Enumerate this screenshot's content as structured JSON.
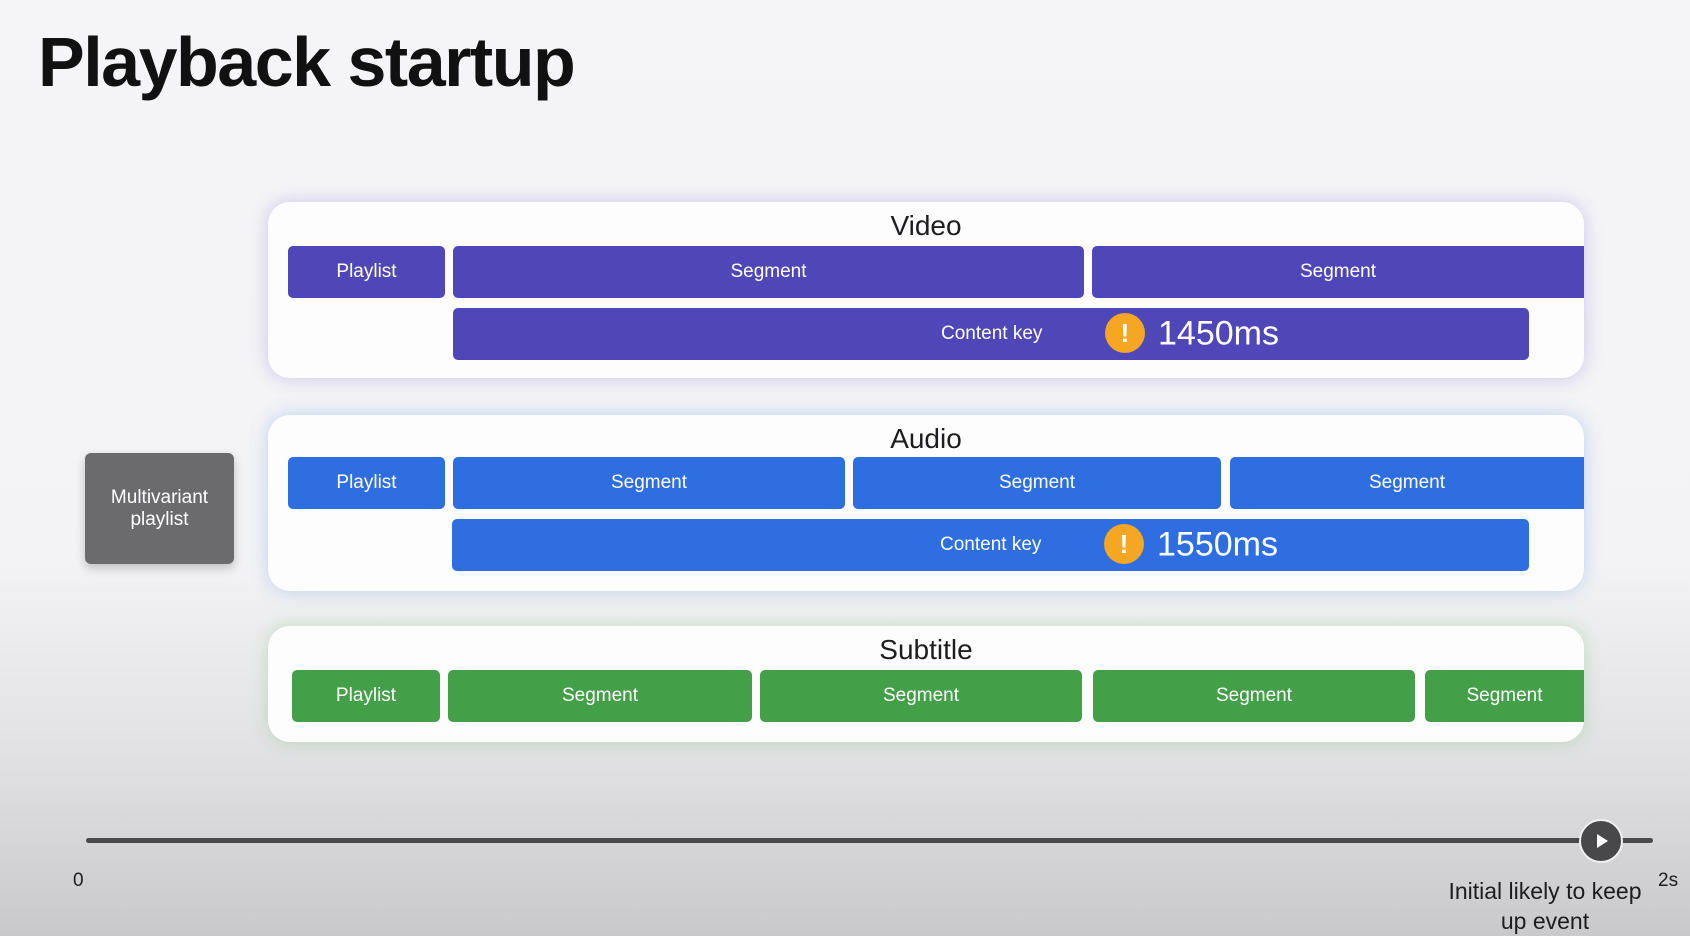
{
  "title": "Playback startup",
  "multivariant_playlist": "Multivariant playlist",
  "tracks": {
    "video": {
      "title": "Video",
      "color": "#4f47b7",
      "playlist": "Playlist",
      "segments": [
        "Segment",
        "Segment"
      ],
      "content_key": "Content key",
      "duration": "1450ms"
    },
    "audio": {
      "title": "Audio",
      "color": "#2e6ee0",
      "playlist": "Playlist",
      "segments": [
        "Segment",
        "Segment",
        "Segment"
      ],
      "content_key": "Content key",
      "duration": "1550ms"
    },
    "subtitle": {
      "title": "Subtitle",
      "color": "#44a048",
      "playlist": "Playlist",
      "segments": [
        "Segment",
        "Segment",
        "Segment",
        "Segment"
      ]
    }
  },
  "warning_icon": "exclamation-circle-icon",
  "warning_glyph": "!",
  "warning_color": "#f5a623",
  "timeline": {
    "start": "0",
    "end": "2s",
    "event_label": "Initial likely to keep up event",
    "event_icon": "play-icon"
  }
}
